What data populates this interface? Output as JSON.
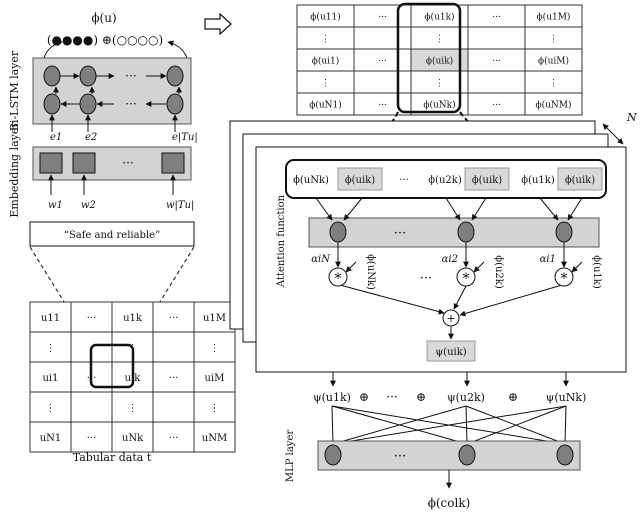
{
  "left": {
    "output_label": "ϕ(u)",
    "output_concat": "(●●●●) ⊕(○○○○)",
    "bilstm_label": "Bi-LSTM layer",
    "embedding_label": "Embedding layer",
    "ellipsis": "···",
    "e_labels": [
      "e1",
      "e2",
      "e|Tu|"
    ],
    "w_labels": [
      "w1",
      "w2",
      "w|Tu|"
    ],
    "text_box": "“Safe and reliable”",
    "table_cells": [
      [
        "u11",
        "···",
        "u1k",
        "···",
        "u1M"
      ],
      [
        "⋮",
        "",
        "⋮",
        "",
        "⋮"
      ],
      [
        "ui1",
        "···",
        "uik",
        "···",
        "uiM"
      ],
      [
        "⋮",
        "",
        "⋮",
        "",
        "⋮"
      ],
      [
        "uN1",
        "···",
        "uNk",
        "···",
        "uNM"
      ]
    ],
    "table_caption": "Tabular data t"
  },
  "top_table": {
    "cells": [
      [
        "ϕ(u11)",
        "···",
        "ϕ(u1k)",
        "···",
        "ϕ(u1M)"
      ],
      [
        "⋮",
        "",
        "⋮",
        "",
        "⋮"
      ],
      [
        "ϕ(ui1)",
        "···",
        "ϕ(uik)",
        "···",
        "ϕ(uiM)"
      ],
      [
        "⋮",
        "",
        "⋮",
        "",
        "⋮"
      ],
      [
        "ϕ(uN1)",
        "···",
        "ϕ(uNk)",
        "···",
        "ϕ(uNM)"
      ]
    ]
  },
  "right": {
    "n_label": "N",
    "input_row": [
      "ϕ(uNk)",
      "ϕ(uik)",
      "···",
      "ϕ(u2k)",
      "ϕ(uik)",
      "ϕ(u1k)",
      "ϕ(uik)"
    ],
    "attention_label": "Attention function",
    "alphas": [
      "αiN",
      "αi2",
      "αi1"
    ],
    "phis_rot": [
      "ϕ(uNk)",
      "ϕ(u2k)",
      "ϕ(u1k)"
    ],
    "mult": "*",
    "plus": "+",
    "psi_out": "ψ(uik)",
    "mlp_inputs": [
      "ψ(u1k)",
      "⊕",
      "···",
      "⊕",
      "ψ(u2k)",
      "⊕",
      "ψ(uNk)"
    ],
    "mlp_label": "MLP layer",
    "final_out": "ϕ(colk)"
  },
  "colors": {
    "gray_fill": "#d3d3d3",
    "node_fill": "#7f7f7f",
    "cell_highlight": "#d9d9d9"
  }
}
